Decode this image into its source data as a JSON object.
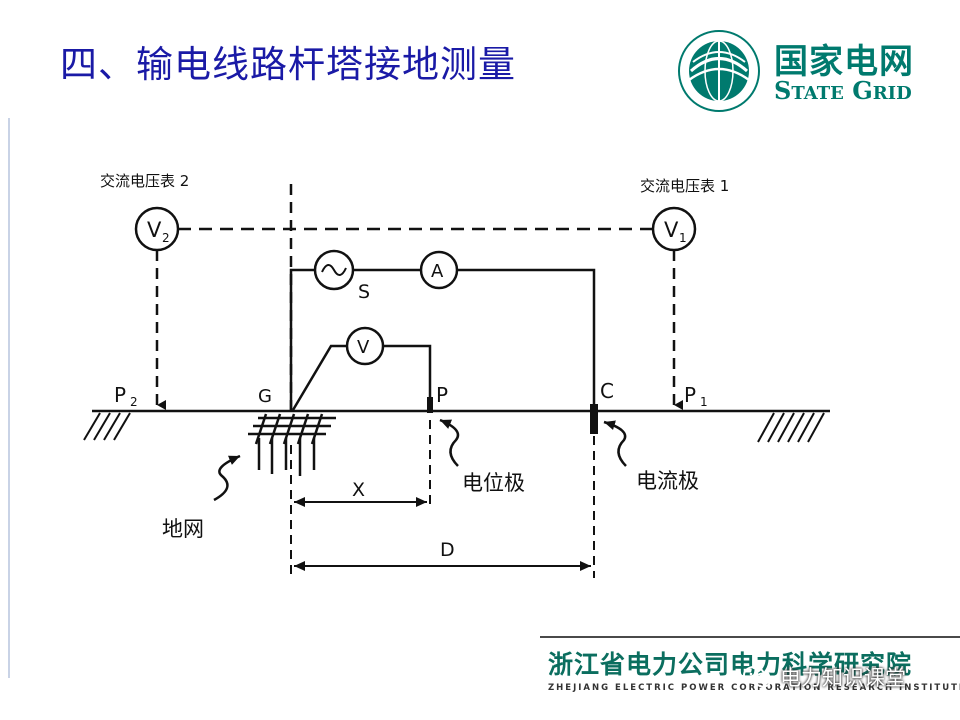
{
  "slide": {
    "title": "四、输电线路杆塔接地测量"
  },
  "logo": {
    "name_cn": "国家电网",
    "name_en_big1": "S",
    "name_en_small1": "TATE",
    "name_en_big2": "G",
    "name_en_small2": "RID"
  },
  "diagram": {
    "voltmeter2_caption": "交流电压表 2",
    "voltmeter1_caption": "交流电压表 1",
    "v2_symbol": "V",
    "v2_sub": "2",
    "v1_symbol": "V",
    "v1_sub": "1",
    "ammeter_symbol": "A",
    "source_label": "S",
    "voltmeter_symbol": "V",
    "p2_label": "P",
    "p2_sub": "2",
    "p1_label": "P",
    "p1_sub": "1",
    "g_label": "G",
    "p_label": "P",
    "c_label": "C",
    "potential_electrode": "电位极",
    "current_electrode": "电流极",
    "ground_grid": "地网",
    "x_label": "X",
    "d_label": "D"
  },
  "footer": {
    "institute_cn": "浙江省电力公司电力科学研究院",
    "institute_en": "ZHEJIANG ELECTRIC POWER CORPORATION RESEARCH INSTITUTE"
  },
  "watermark": {
    "text": "电力知识课堂",
    "icon": "wechat-icon"
  },
  "colors": {
    "title": "#1a1aa6",
    "brand": "#007a6e",
    "footer_cn": "#0b6e5f"
  }
}
